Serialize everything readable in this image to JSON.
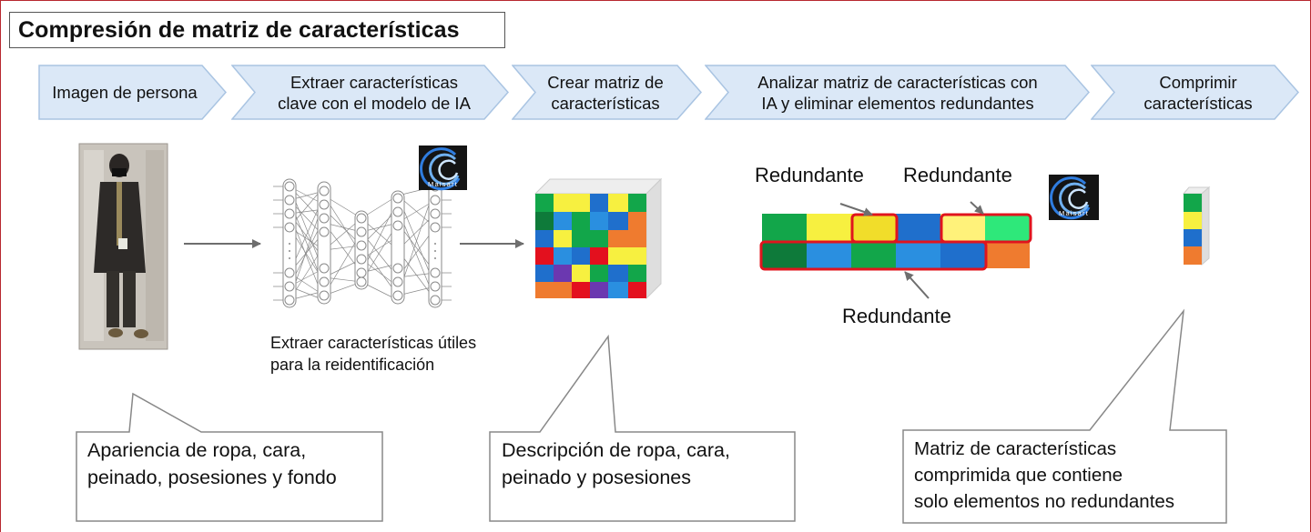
{
  "title": "Compresión de matriz de características",
  "steps": [
    {
      "line1": "Imagen de persona",
      "line2": ""
    },
    {
      "line1": "Extraer características",
      "line2": "clave con el modelo de IA"
    },
    {
      "line1": "Crear matriz de",
      "line2": "características"
    },
    {
      "line1": "Analizar matriz de características con",
      "line2": "IA y eliminar elementos redundantes"
    },
    {
      "line1": "Comprimir",
      "line2": "características"
    }
  ],
  "nn_caption": {
    "line1": "Extraer características útiles",
    "line2": "para la reidentificación"
  },
  "redundant_label": "Redundante",
  "logo_text": "Maisart",
  "callouts": [
    {
      "line1": "Apariencia de ropa, cara,",
      "line2": "peinado, posesiones y fondo",
      "line3": ""
    },
    {
      "line1": "Descripción de ropa, cara,",
      "line2": "peinado y posesiones",
      "line3": ""
    },
    {
      "line1": "Matriz de características",
      "line2": "comprimida que contiene",
      "line3": "solo elementos no redundantes"
    }
  ],
  "colors": {
    "step_fill": "#dbe8f7",
    "step_stroke": "#a9c4e2",
    "green": "#12a64a",
    "dark_green": "#0e7a3a",
    "yellow": "#f7f040",
    "blue": "#1f6fcc",
    "light_blue": "#2a8fe0",
    "red": "#e3101e",
    "orange": "#ef7b2f",
    "purple": "#6b38b0",
    "highlight": "#e0141e"
  }
}
